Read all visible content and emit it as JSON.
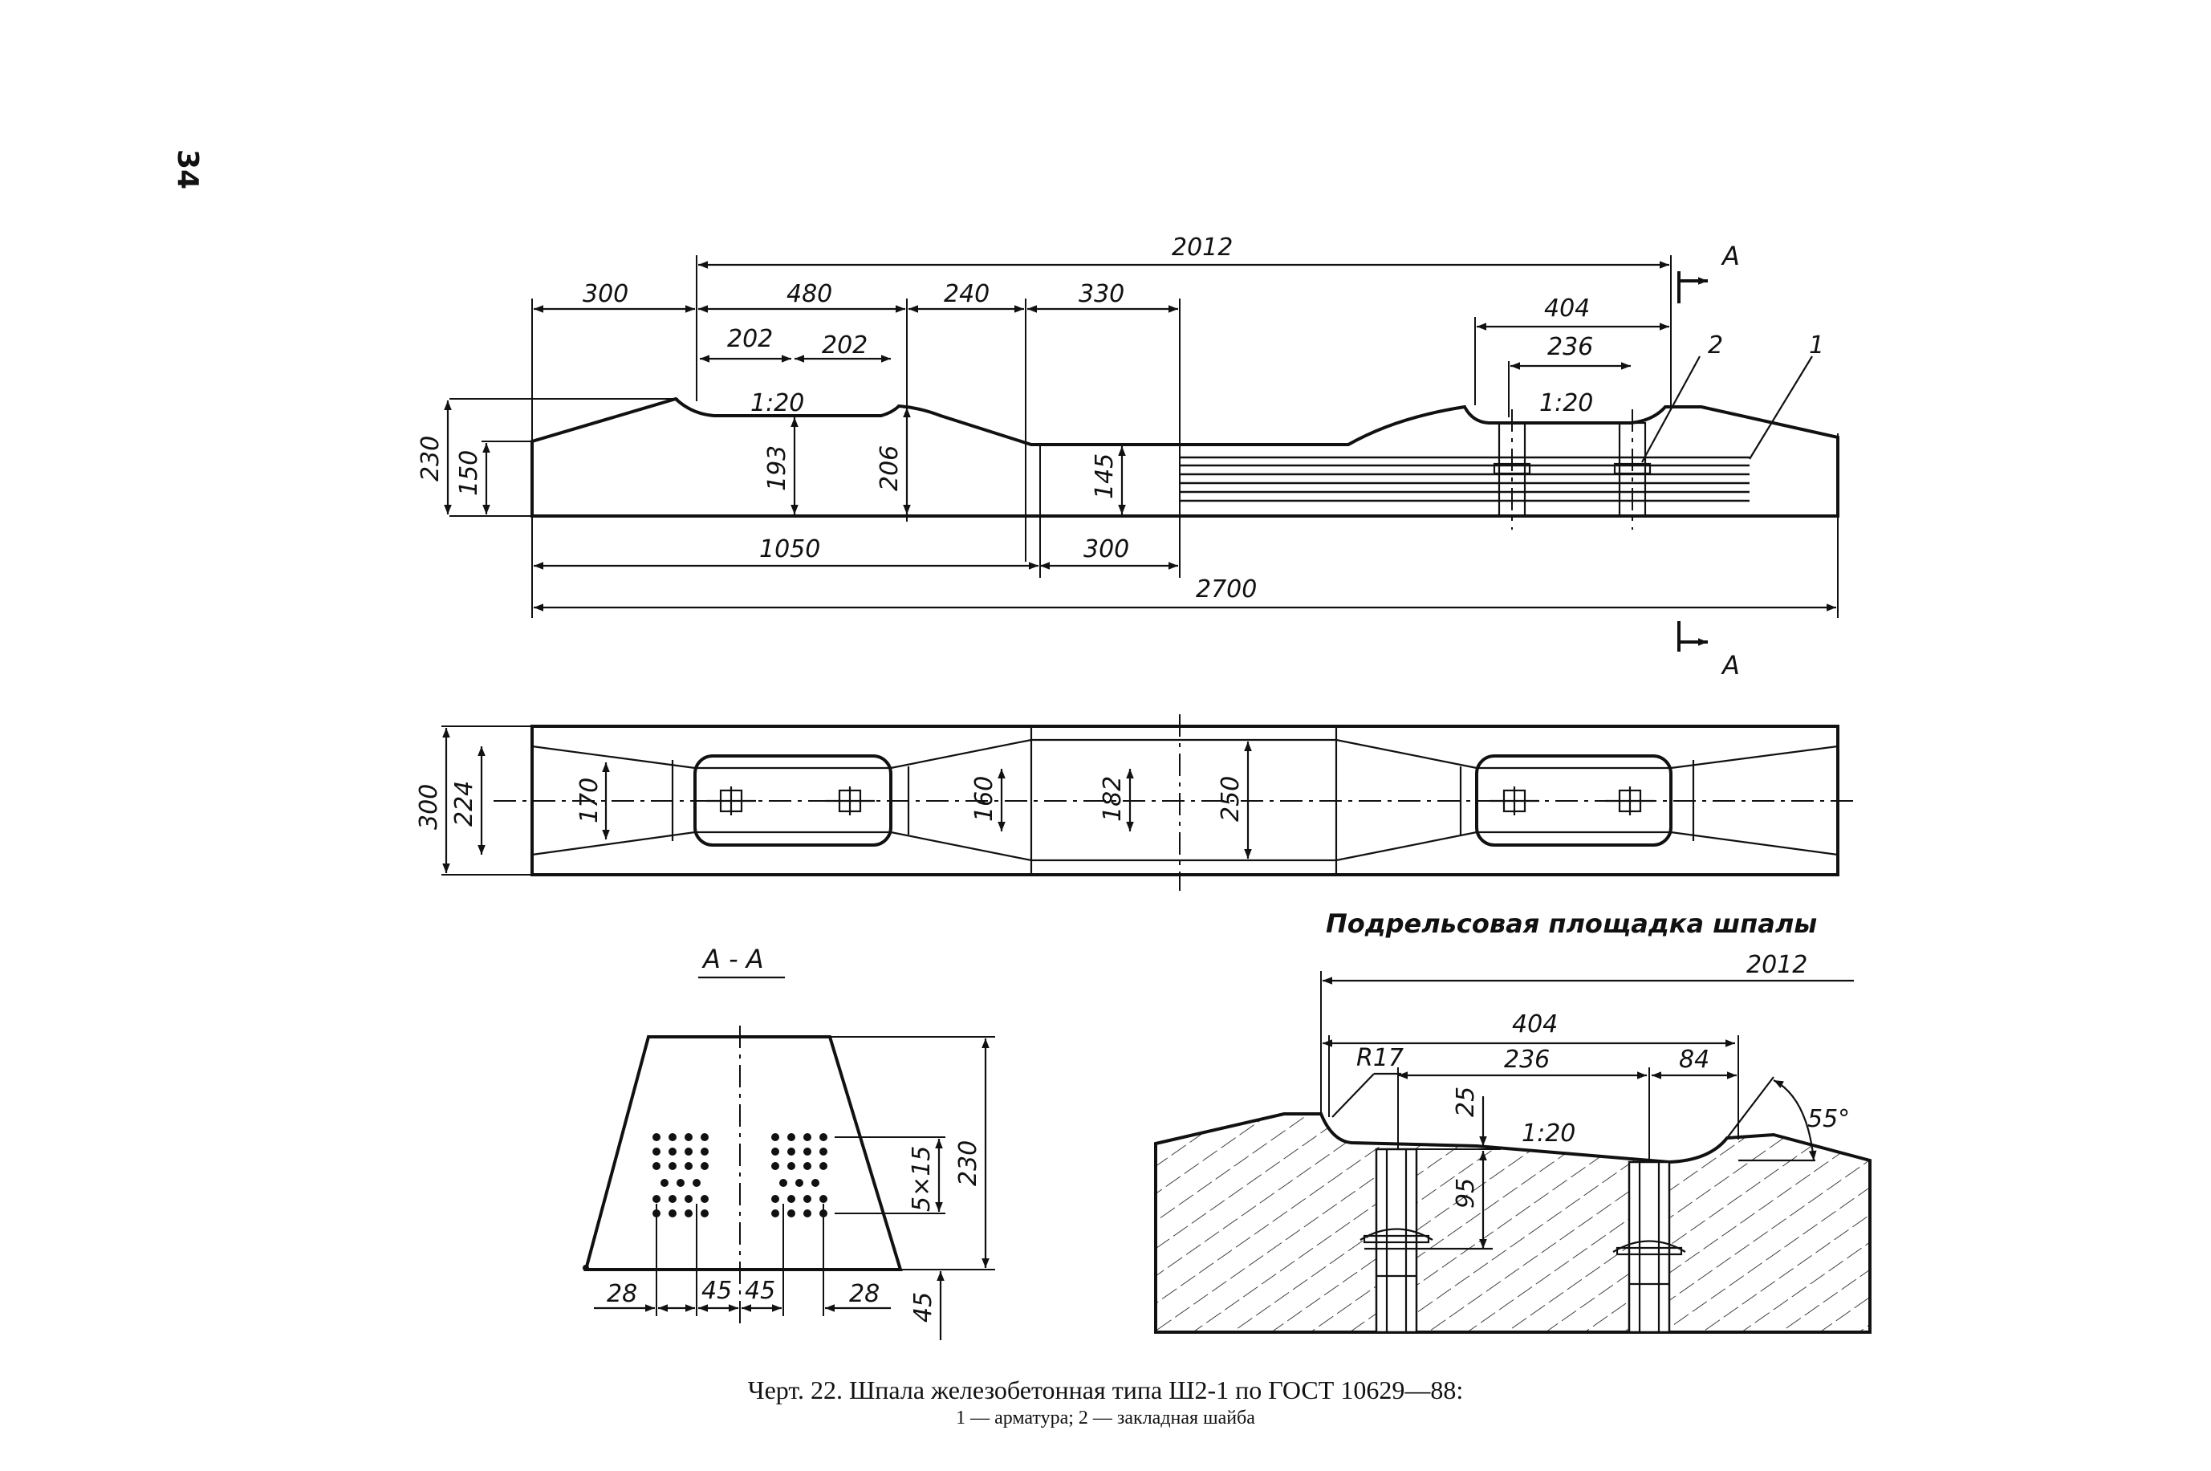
{
  "page_number": "34",
  "side_view": {
    "dims_top": [
      "2012",
      "300",
      "480",
      "240",
      "330",
      "202",
      "202",
      "404",
      "236"
    ],
    "slope_left": "1:20",
    "slope_right": "1:20",
    "heights": [
      "230",
      "150",
      "193",
      "206",
      "145"
    ],
    "dims_bottom": [
      "1050",
      "300",
      "2700"
    ],
    "section_mark": "А",
    "callouts": [
      "2",
      "1"
    ]
  },
  "plan_view": {
    "dims": [
      "300",
      "224",
      "170",
      "160",
      "182",
      "250"
    ]
  },
  "section": {
    "title": "А - А",
    "dims": [
      "230",
      "5×15",
      "28",
      "45",
      "45",
      "28",
      "45"
    ]
  },
  "rail_seat": {
    "title": "Подрельсовая площадка шпалы",
    "dims": [
      "2012",
      "404",
      "R17",
      "236",
      "84",
      "25",
      "95",
      "55°"
    ],
    "slope": "1:20"
  },
  "caption": {
    "line1": "Черт. 22. Шпала железобетонная типа Ш2-1 по ГОСТ 10629—88:",
    "line2": "1 — арматура; 2 — закладная шайба"
  }
}
